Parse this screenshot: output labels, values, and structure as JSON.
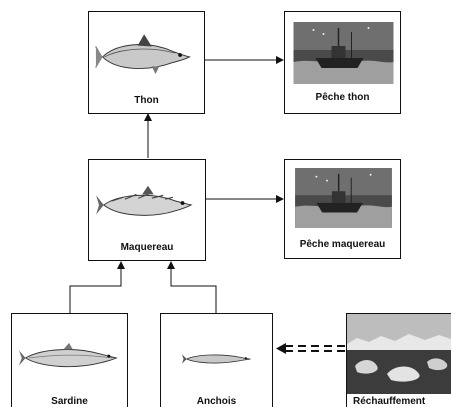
{
  "nodes": {
    "thon": {
      "label": "Thon"
    },
    "peche_thon": {
      "label": "Pêche thon"
    },
    "maquereau": {
      "label": "Maquereau"
    },
    "peche_maquereau": {
      "label": "Pêche maquereau"
    },
    "sardine": {
      "label": "Sardine"
    },
    "anchois": {
      "label": "Anchois"
    },
    "rechauffement": {
      "label": "Réchauffement"
    }
  }
}
